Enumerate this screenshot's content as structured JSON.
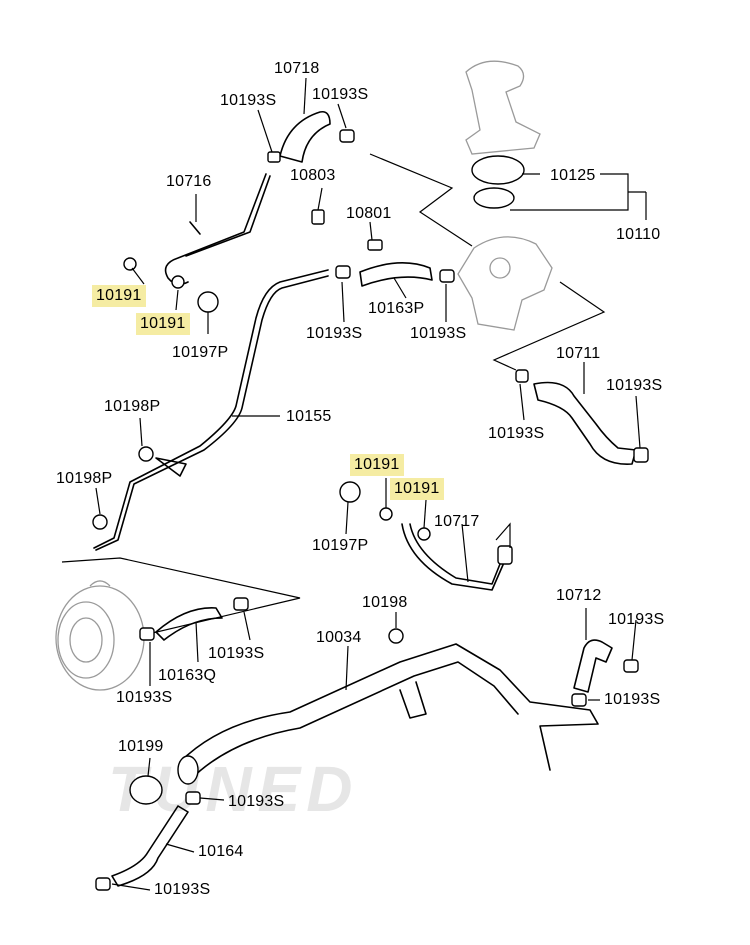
{
  "watermark": {
    "text": "TUNED"
  },
  "highlight_color": "#f5eca3",
  "labels": {
    "p10718": "10718",
    "p10193s_a": "10193S",
    "p10193s_b": "10193S",
    "p10716": "10716",
    "p10803": "10803",
    "p10801": "10801",
    "p10125": "10125",
    "p10110": "10110",
    "p10191_a": "10191",
    "p10191_b": "10191",
    "p10197p_a": "10197P",
    "p10163p": "10163P",
    "p10193s_c": "10193S",
    "p10193s_d": "10193S",
    "p10711": "10711",
    "p10193s_e": "10193S",
    "p10193s_f": "10193S",
    "p10198p_a": "10198P",
    "p10155": "10155",
    "p10198p_b": "10198P",
    "p10191_c": "10191",
    "p10191_d": "10191",
    "p10717": "10717",
    "p10197p_b": "10197P",
    "p10198": "10198",
    "p10712": "10712",
    "p10193s_g": "10193S",
    "p10034": "10034",
    "p10193s_h": "10193S",
    "p10193s_i": "10193S",
    "p10163q": "10163Q",
    "p10193s_j": "10193S",
    "p10199": "10199",
    "p10193s_k": "10193S",
    "p10164": "10164",
    "p10193s_l": "10193S"
  }
}
